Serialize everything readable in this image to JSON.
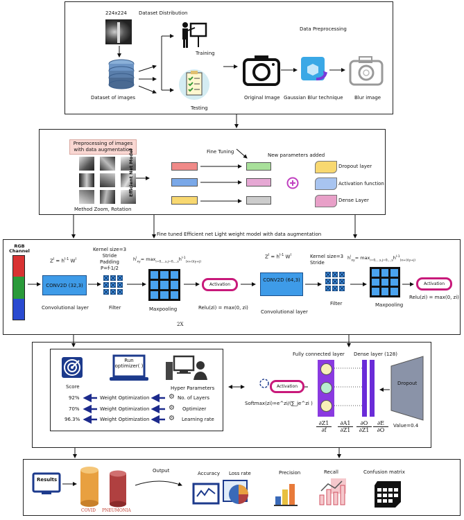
{
  "stage1": {
    "dataset_distribution": "Dataset Distribution",
    "image_size": "224x224",
    "dataset_of_images": "Dataset of images",
    "training": "Training",
    "testing": "Testing",
    "data_preprocessing": "Data Preprocessing",
    "original_image": "Original Image",
    "gaussian_blur": "Gaussian Blur technique",
    "blur_image": "Blur image"
  },
  "stage2": {
    "preprocessing_title_line1": "Preprocessing of images",
    "preprocessing_title_line2": "with data augmentation",
    "method": "Method Zoom, Rotation",
    "model_label": "Efficient Net Model",
    "fine_tuning": "Fine Tuning",
    "new_parameters": "New parameters added",
    "dropout_layer": "Dropout layer",
    "activation_function": "Activation function",
    "dense_layer": "Dense Layer",
    "link_label": "Fine tuned Efficient net Light weight model with data augmentation"
  },
  "stage3": {
    "rgb_line1": "RGB",
    "rgb_line2": "Channel",
    "formula_z1": "Z",
    "formula_z1_rest": " = h",
    "formula_z1_w": " W",
    "conv1": "CONV2D (32,3)",
    "conv_label": "Convolutional layer",
    "kernel1_l1": "Kernel size=3",
    "kernel1_l2": "Stride",
    "kernel1_l3": "Padding",
    "kernel1_l4": "P=f-1/2",
    "filter": "Filter",
    "maxpool_formula": "h",
    "maxpool_formula_rest": "= max",
    "maxpooling": "Maxpooling",
    "activation": "Activation",
    "relu": "Relu(zi) = max(0, zi)",
    "repeat": "2X",
    "conv2": "CONV2D (64,3)",
    "kernel2_l1": "Kernel size=3",
    "kernel2_l2": "Stride"
  },
  "stage4": {
    "score": "Score",
    "run_optimizer_l1": "Run",
    "run_optimizer_l2": "optimizer( )",
    "hyper_parameters": "Hyper Parameters",
    "rows": [
      {
        "score": "92%",
        "label": "Weight Optimization",
        "param": "No. of Layers"
      },
      {
        "score": "70%",
        "label": "Weight Optimization",
        "param": "Optimizer"
      },
      {
        "score": "96.3%",
        "label": "Weight Optimization",
        "param": "Learning rate"
      }
    ],
    "activation": "Activation",
    "softmax": "Softmax(zi)=e^zi/(∑_je^zi )",
    "fully_connected": "Fully connected layer",
    "dense_layer": "Dense layer (128)",
    "dropout": "Dropout",
    "value": "Value=0.4",
    "partials": [
      {
        "num": "∂Z1",
        "den": "∂f"
      },
      {
        "num": "∂A1",
        "den": "∂Z1"
      },
      {
        "num": "∂O",
        "den": "∂Z1"
      },
      {
        "num": "∂E",
        "den": "∂O"
      }
    ]
  },
  "stage5": {
    "results": "Results",
    "covid": "COVID",
    "pneumonia": "PNEUMONIA",
    "output": "Output",
    "accuracy": "Accuracy",
    "loss_rate": "Loss rate",
    "precision": "Precision",
    "recall": "Recall",
    "confusion_matrix": "Confusion matrix"
  },
  "colors": {
    "conv_blue": "#3e9be8",
    "activation_pink": "#c8197a",
    "arrow_navy": "#1c2a8c",
    "dense_purple": "#6a2bd8",
    "dropout_grey": "#8a93a8",
    "covid_orange": "#e8a040",
    "pneumonia_red": "#b04040",
    "label_pink_bg": "#f9d7d2"
  }
}
